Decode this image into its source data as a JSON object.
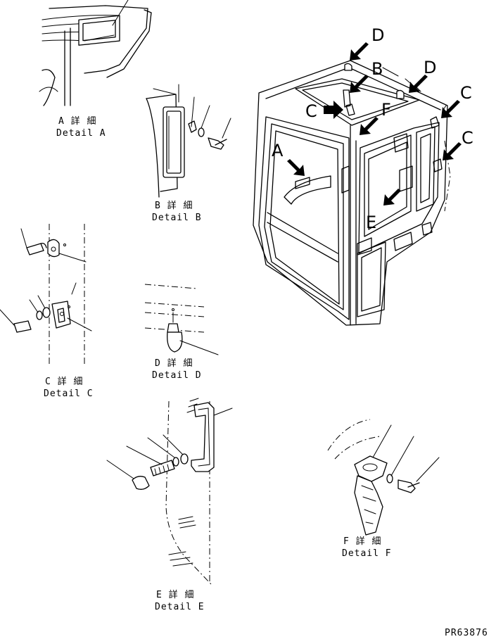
{
  "drawing_id": "PR63876",
  "callouts": {
    "a": "A",
    "b": "B",
    "c": "C",
    "d": "D",
    "e": "E",
    "f": "F"
  },
  "details": {
    "a": {
      "jp": "A 詳 細",
      "en": "Detail A"
    },
    "b": {
      "jp": "B 詳 細",
      "en": "Detail B"
    },
    "c": {
      "jp": "C 詳 細",
      "en": "Detail C"
    },
    "d": {
      "jp": "D 詳 細",
      "en": "Detail D"
    },
    "e": {
      "jp": "E 詳 細",
      "en": "Detail E"
    },
    "f": {
      "jp": "F 詳 細",
      "en": "Detail F"
    }
  },
  "colors": {
    "ink": "#000000",
    "paper": "#ffffff"
  }
}
